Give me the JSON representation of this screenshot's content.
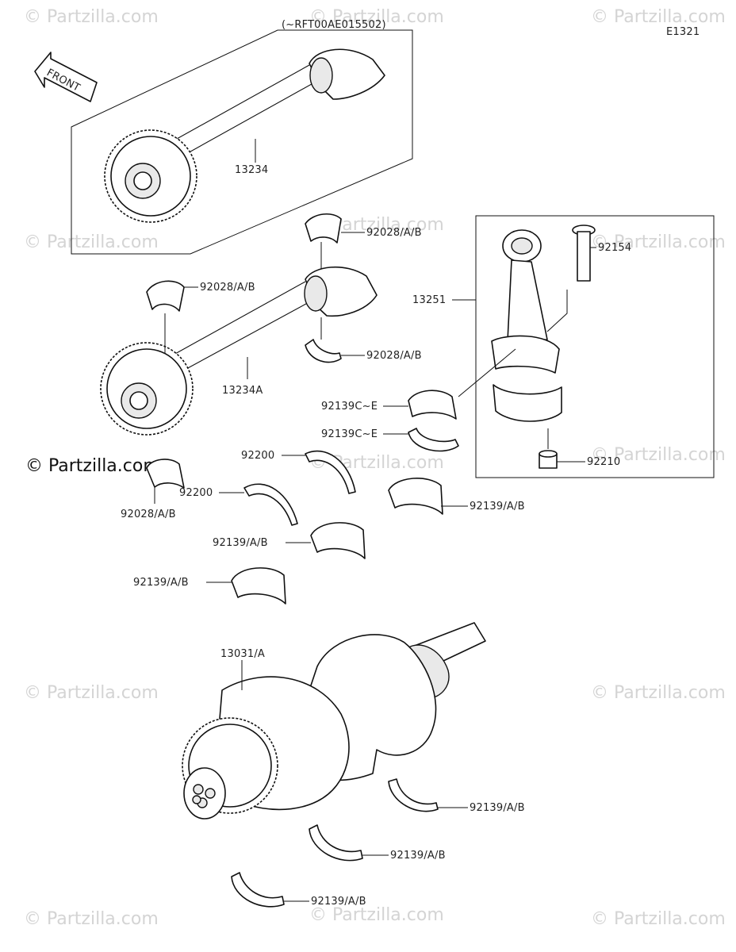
{
  "diagram_code": "E1321",
  "serial_note": "(~RFT00AE015502)",
  "front_label": "FRONT",
  "copyright": "© Partzilla.com",
  "watermark": "© Partzilla.com",
  "labels": {
    "p13234": "13234",
    "p13234a": "13234A",
    "p92028_top": "92028/A/B",
    "p92028_left": "92028/A/B",
    "p92028_right": "92028/A/B",
    "p92028_bottom": "92028/A/B",
    "p13251": "13251",
    "p92154": "92154",
    "p92139ce_1": "92139C~E",
    "p92139ce_2": "92139C~E",
    "p92210": "92210",
    "p92200_1": "92200",
    "p92200_2": "92200",
    "p92139_r1": "92139/A/B",
    "p92139_m1": "92139/A/B",
    "p92139_l1": "92139/A/B",
    "p13031": "13031/A",
    "p92139_b1": "92139/A/B",
    "p92139_b2": "92139/A/B",
    "p92139_b3": "92139/A/B"
  }
}
